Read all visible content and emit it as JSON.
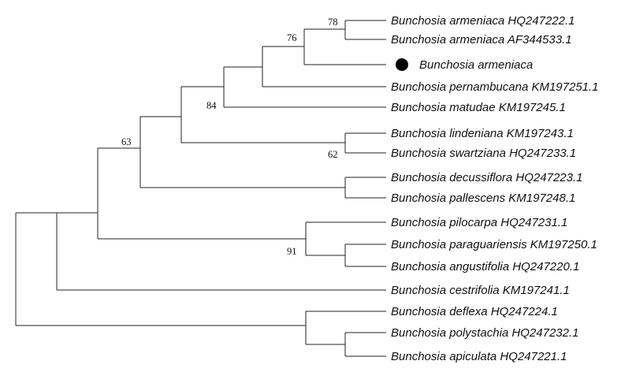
{
  "tree": {
    "leaves": [
      {
        "id": "l1",
        "label": "Bunchosia armeniaca HQ247222.1"
      },
      {
        "id": "l2",
        "label": "Bunchosia armeniaca AF344533.1"
      },
      {
        "id": "l3",
        "label": "Bunchosia armeniaca",
        "marker": "filled-circle"
      },
      {
        "id": "l4",
        "label": "Bunchosia pernambucana KM197251.1"
      },
      {
        "id": "l5",
        "label": "Bunchosia matudae KM197245.1"
      },
      {
        "id": "l6",
        "label": "Bunchosia lindeniana KM197243.1"
      },
      {
        "id": "l7",
        "label": "Bunchosia swartziana HQ247233.1"
      },
      {
        "id": "l8",
        "label": "Bunchosia decussiflora HQ247223.1"
      },
      {
        "id": "l9",
        "label": "Bunchosia pallescens KM197248.1"
      },
      {
        "id": "l10",
        "label": "Bunchosia pilocarpa HQ247231.1"
      },
      {
        "id": "l11",
        "label": "Bunchosia paraguariensis KM197250.1"
      },
      {
        "id": "l12",
        "label": "Bunchosia angustifolia HQ247220.1"
      },
      {
        "id": "l13",
        "label": "Bunchosia cestrifolia KM197241.1"
      },
      {
        "id": "l14",
        "label": "Bunchosia deflexa HQ247224.1"
      },
      {
        "id": "l15",
        "label": "Bunchosia polystachia HQ247232.1"
      },
      {
        "id": "l16",
        "label": "Bunchosia apiculata HQ247221.1"
      }
    ],
    "support_values": {
      "n_78": "78",
      "n_76": "76",
      "n_84": "84",
      "n_62": "62",
      "n_63": "63",
      "n_91": "91"
    },
    "colors": {
      "line": "#222222",
      "text": "#111111",
      "marker": "#000000"
    }
  }
}
